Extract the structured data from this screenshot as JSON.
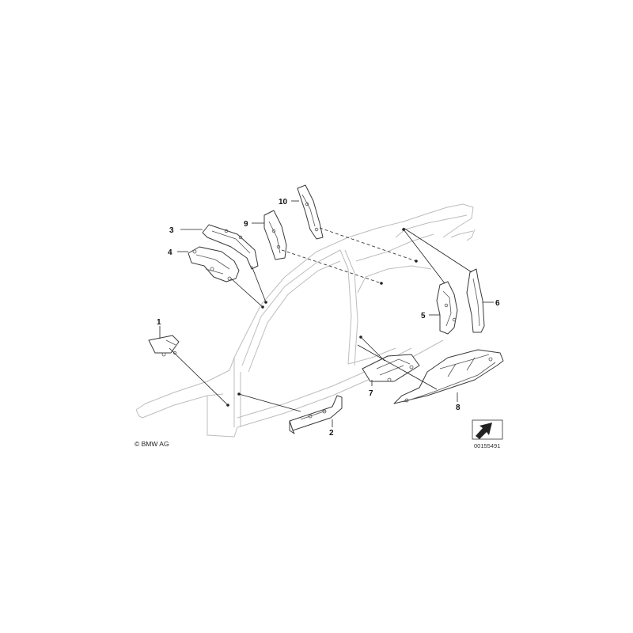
{
  "callouts": {
    "p1": "1",
    "p2": "2",
    "p3": "3",
    "p4": "4",
    "p5": "5",
    "p6": "6",
    "p7": "7",
    "p8": "8",
    "p9": "9",
    "p10": "10"
  },
  "copyright": "© BMW AG",
  "doc_number": "00155491",
  "icons": {
    "copyright": "copyright-symbol",
    "view_direction": "arrow-icon"
  }
}
